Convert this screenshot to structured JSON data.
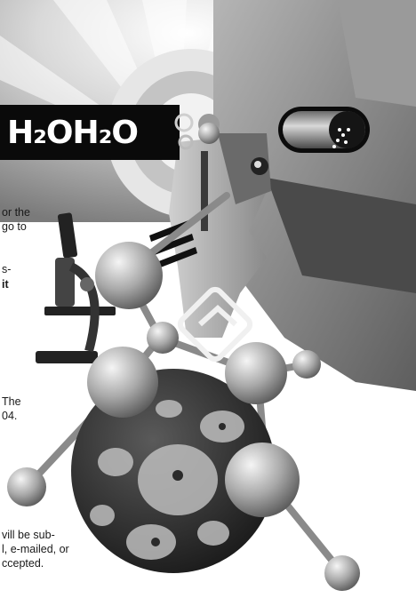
{
  "banner": {
    "formula_text": "H₂OH₂O"
  },
  "fragments": [
    "or the",
    "go to",
    "s-",
    "it",
    "The",
    "04.",
    "vill be sub-",
    "l, e-mailed, or",
    "ccepted."
  ],
  "colors": {
    "ink": "#1a1a1a",
    "banner": "#0a0a0a"
  }
}
